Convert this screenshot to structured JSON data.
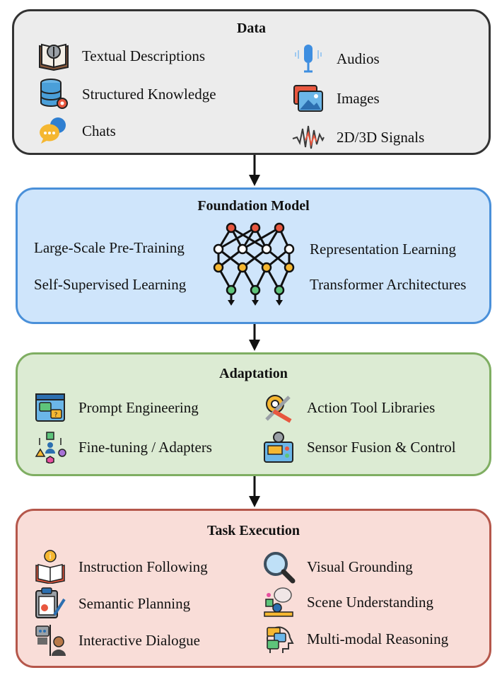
{
  "data_panel": {
    "title": "Data",
    "left_items": [
      {
        "label": "Textual Descriptions",
        "icon": "book-icon"
      },
      {
        "label": "Structured Knowledge",
        "icon": "database-icon"
      },
      {
        "label": "Chats",
        "icon": "chat-bubbles-icon"
      }
    ],
    "right_items": [
      {
        "label": "Audios",
        "icon": "microphone-icon"
      },
      {
        "label": "Images",
        "icon": "images-icon"
      },
      {
        "label": "2D/3D Signals",
        "icon": "waveform-icon"
      }
    ]
  },
  "foundation_panel": {
    "title": "Foundation Model",
    "left_items": [
      "Large-Scale Pre-Training",
      "Self-Supervised Learning"
    ],
    "right_items": [
      "Representation Learning",
      "Transformer Architectures"
    ],
    "center_icon": "neural-network-icon"
  },
  "adaptation_panel": {
    "title": "Adaptation",
    "left_items": [
      {
        "label": "Prompt Engineering",
        "icon": "code-window-icon"
      },
      {
        "label": "Fine-tuning / Adapters",
        "icon": "workflow-icon"
      }
    ],
    "right_items": [
      {
        "label": "Action Tool Libraries",
        "icon": "tools-icon"
      },
      {
        "label": "Sensor Fusion & Control",
        "icon": "control-panel-icon"
      }
    ]
  },
  "task_panel": {
    "title": "Task Execution",
    "left_items": [
      {
        "label": "Instruction Following",
        "icon": "manual-icon"
      },
      {
        "label": "Semantic Planning",
        "icon": "clipboard-plan-icon"
      },
      {
        "label": "Interactive Dialogue",
        "icon": "robot-human-icon"
      }
    ],
    "right_items": [
      {
        "label": "Visual Grounding",
        "icon": "magnifier-icon"
      },
      {
        "label": "Scene Understanding",
        "icon": "scene-icon"
      },
      {
        "label": "Multi-modal Reasoning",
        "icon": "head-media-icon"
      }
    ]
  },
  "colors": {
    "data_bg": "#ececec",
    "data_border": "#333333",
    "foundation_bg": "#cfe5fb",
    "foundation_border": "#4a90d9",
    "adaptation_bg": "#dcebd3",
    "adaptation_border": "#7fae62",
    "task_bg": "#f9ddd8",
    "task_border": "#b5574b"
  }
}
